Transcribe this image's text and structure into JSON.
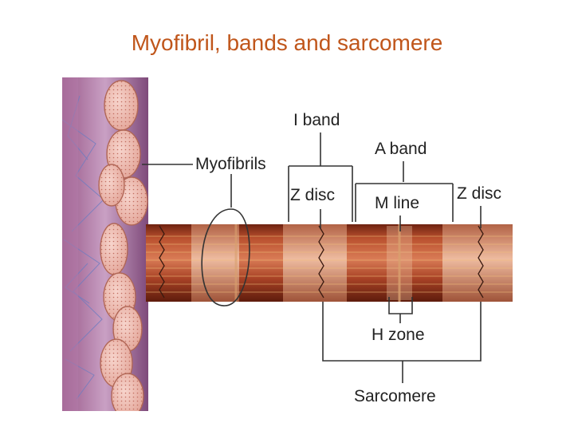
{
  "slide": {
    "title": "Myofibril, bands and sarcomere"
  },
  "diagram": {
    "labels": {
      "myofibrils": "Myofibrils",
      "i_band": "I band",
      "a_band": "A band",
      "z_disc_left": "Z disc",
      "m_line": "M line",
      "z_disc_right": "Z disc",
      "h_zone": "H zone",
      "sarcomere": "Sarcomere"
    },
    "colors": {
      "title": "#c0561b",
      "fiber_dark": "#8e2f17",
      "fiber_light": "#e3a488",
      "myofibril_fill": "#f2c2b8",
      "connective_tissue": "#7b86c2",
      "label_text": "#222222"
    }
  }
}
